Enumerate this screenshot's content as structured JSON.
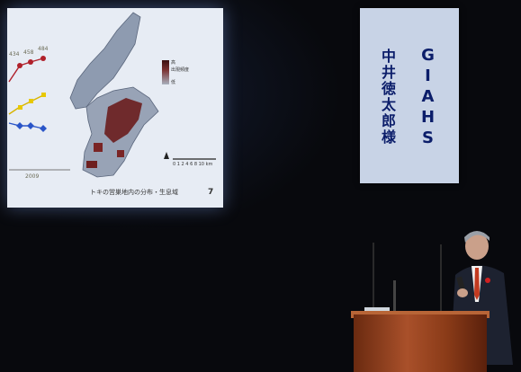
{
  "slide": {
    "caption": "トキの営巣地内の分布・生息域",
    "page_number": "7",
    "axis_year": "2009",
    "data_labels": [
      "434",
      "458",
      "484"
    ],
    "legend_high": "高",
    "legend_mid": "出現頻度",
    "legend_low": "低",
    "scale_label": "0 1 2  4  6  8 10 km"
  },
  "banner": {
    "left_column": "中井徳太郎様",
    "right_column": "GIAHS",
    "color": "#0b1d6a"
  },
  "colors": {
    "screen": "#e7ecf4",
    "podium": "#a9502a"
  }
}
